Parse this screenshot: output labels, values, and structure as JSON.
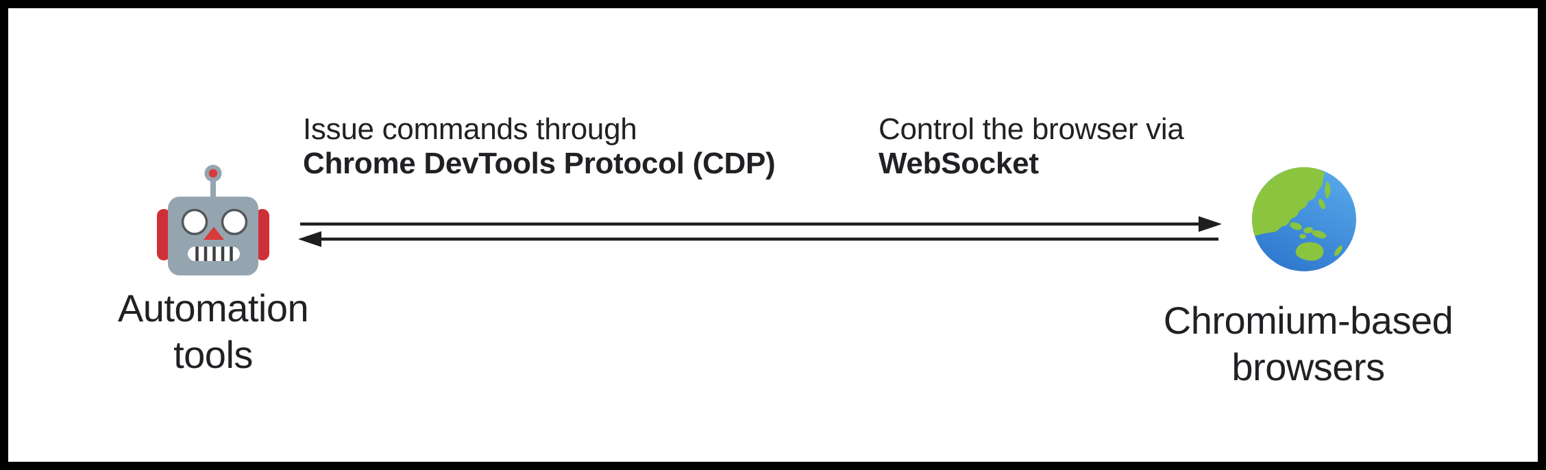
{
  "diagram": {
    "nodes": {
      "automation_tools": {
        "icon": "robot-emoji",
        "label_line1": "Automation",
        "label_line2": "tools"
      },
      "chromium_browsers": {
        "icon": "globe-asia-australia-emoji",
        "label_line1": "Chromium-based",
        "label_line2": "browsers"
      }
    },
    "edges": {
      "commands": {
        "direction": "left-to-right",
        "line1": "Issue commands through",
        "line2_bold": "Chrome DevTools Protocol (CDP)"
      },
      "control": {
        "direction": "right-to-left",
        "line1": "Control the browser via",
        "line2_bold": "WebSocket"
      }
    },
    "colors": {
      "frame_border": "#000000",
      "background": "#ffffff",
      "text": "#202124",
      "arrow": "#1e1e1e",
      "robot_head_gray": "#95a5b0",
      "robot_red": "#cf3038",
      "robot_nose_red": "#d93a3c",
      "robot_stripe_dark": "#3c4043",
      "globe_ocean_blue": "#3f8cdb",
      "globe_land_green": "#8bc53f"
    }
  }
}
